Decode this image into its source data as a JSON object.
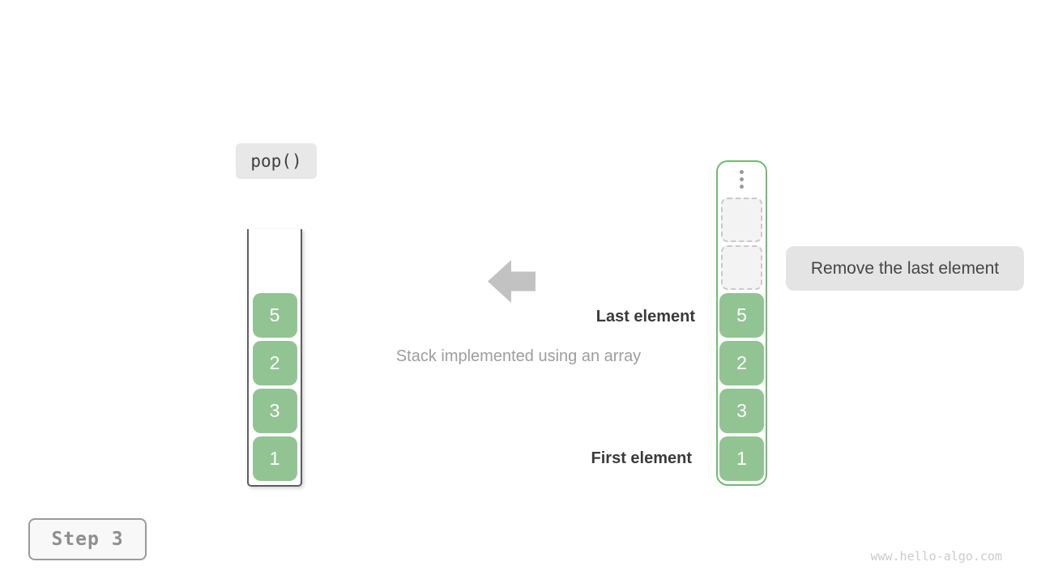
{
  "operation": {
    "label": "pop()"
  },
  "step_badge": {
    "label": "Step 3"
  },
  "caption": {
    "text": "Stack implemented using an array"
  },
  "annotations": {
    "last_element": "Last element",
    "first_element": "First element",
    "remove_note": "Remove the last element"
  },
  "stack": {
    "values_top_to_bottom": [
      "5",
      "2",
      "3",
      "1"
    ]
  },
  "array": {
    "ellipsis_icon": "vertical-ellipsis",
    "empty_slots": 2,
    "values_top_to_bottom": [
      "5",
      "2",
      "3",
      "1"
    ]
  },
  "watermark": {
    "text": "www.hello-algo.com"
  },
  "colors": {
    "cell_green": "#92c493",
    "array_border_green": "#74b975",
    "arrow_gray": "#c2c2c2",
    "label_dark": "#3b3b3b",
    "caption_gray": "#9e9e9e",
    "note_bg": "#e4e4e4",
    "pop_bg": "#e8e8e8",
    "step_text": "#8e8e8e",
    "watermark_gray": "#cbcbcb"
  }
}
